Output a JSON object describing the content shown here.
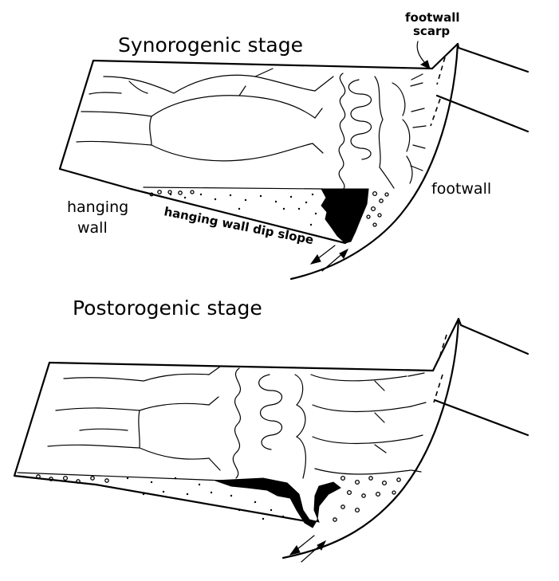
{
  "stages": [
    {
      "title": "Synorogenic stage",
      "labels": {
        "footwall_scarp_line1": "footwall",
        "footwall_scarp_line2": "scarp",
        "footwall": "footwall",
        "hanging_wall_line1": "hanging",
        "hanging_wall_line2": "wall",
        "dip_slope": "hanging wall dip slope"
      }
    },
    {
      "title": "Postorogenic stage"
    }
  ],
  "icons": [
    "normal-fault-arrows-icon"
  ]
}
